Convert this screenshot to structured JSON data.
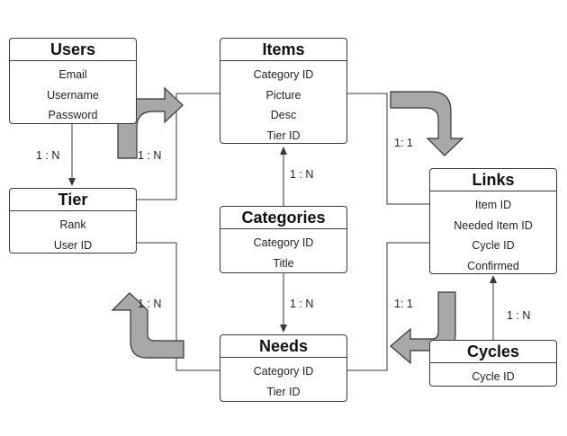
{
  "entities": {
    "users": {
      "name": "Users",
      "fields": [
        "Email",
        "Username",
        "Password"
      ]
    },
    "items": {
      "name": "Items",
      "fields": [
        "Category ID",
        "Picture",
        "Desc",
        "Tier ID"
      ]
    },
    "tier": {
      "name": "Tier",
      "fields": [
        "Rank",
        "User ID"
      ]
    },
    "categories": {
      "name": "Categories",
      "fields": [
        "Category ID",
        "Title"
      ]
    },
    "links": {
      "name": "Links",
      "fields": [
        "Item ID",
        "Needed Item ID",
        "Cycle ID",
        "Confirmed"
      ]
    },
    "needs": {
      "name": "Needs",
      "fields": [
        "Category ID",
        "Tier ID"
      ]
    },
    "cycles": {
      "name": "Cycles",
      "fields": [
        "Cycle ID"
      ]
    }
  },
  "relationships": {
    "users_tier": "1 : N",
    "tier_items": "1 : N",
    "categories_items": "1 : N",
    "categories_needs": "1 : N",
    "items_links": "1: 1",
    "needs_tier": "1 : N",
    "links_needs": "1: 1",
    "cycles_links": "1 : N"
  },
  "colors": {
    "line": "#3a3a3a",
    "big_arrow_fill": "#a8a8a8",
    "big_arrow_stroke": "#333333"
  }
}
